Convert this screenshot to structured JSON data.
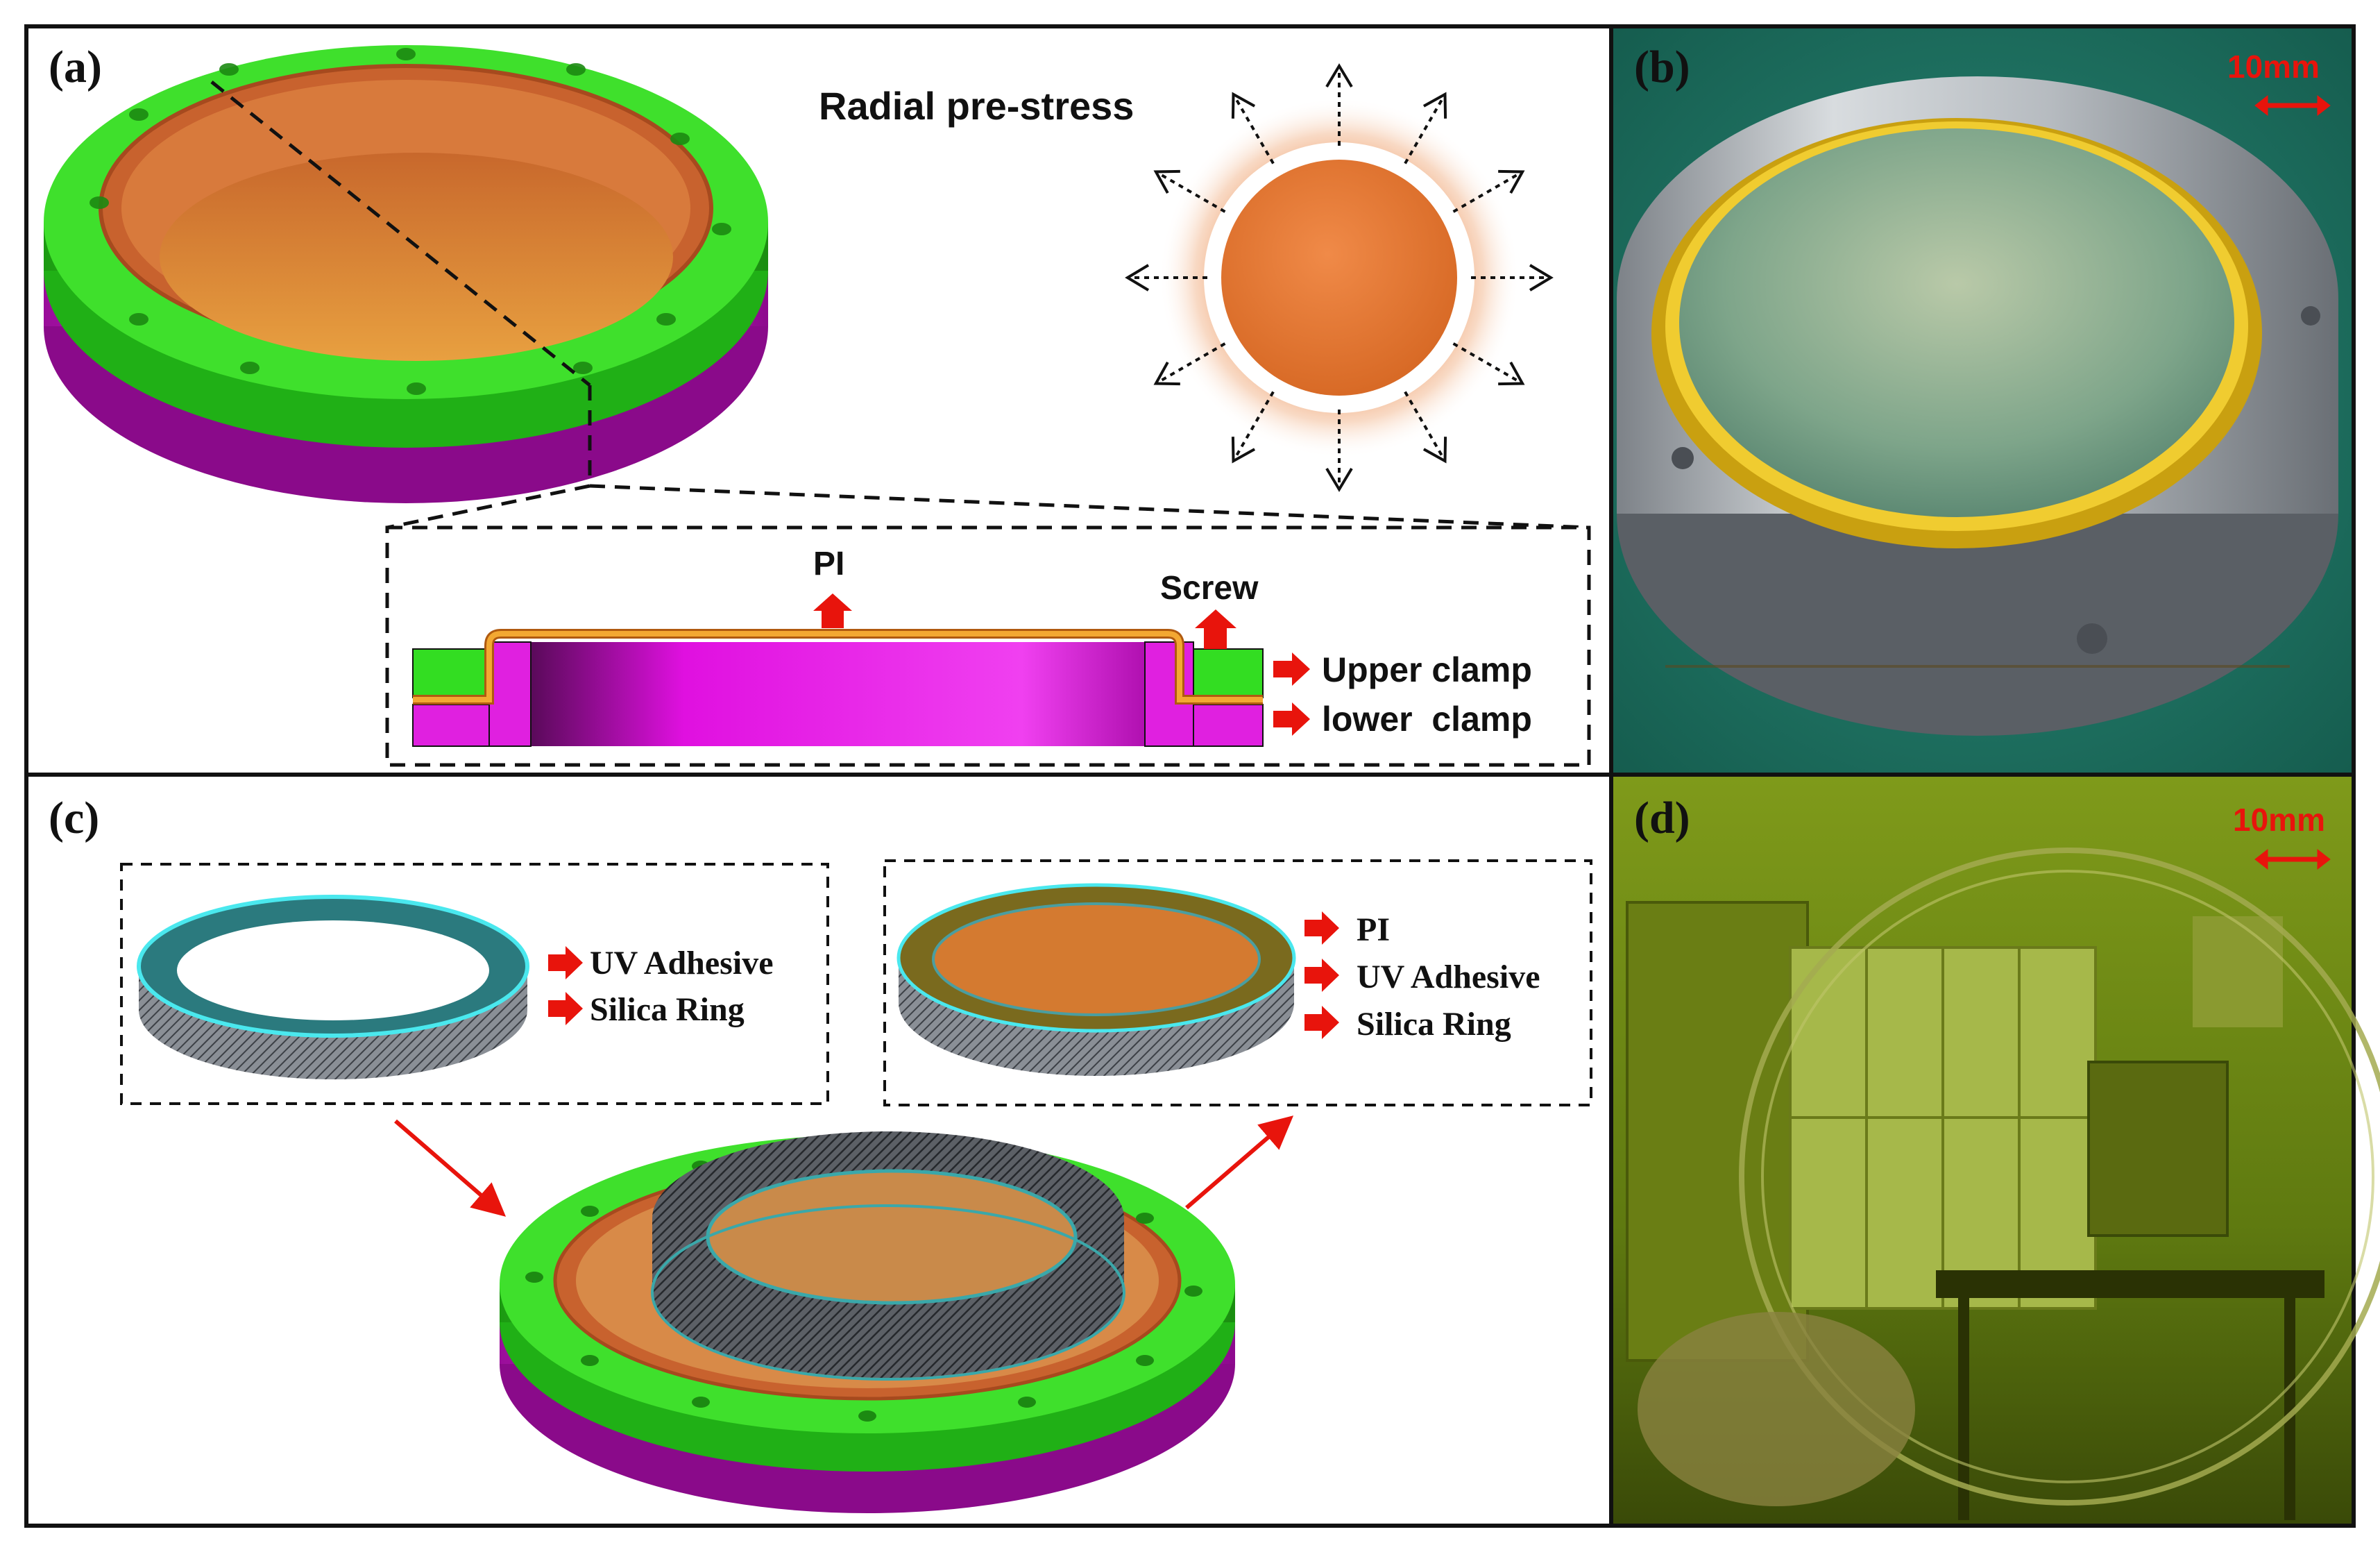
{
  "panels": {
    "a": {
      "label": "(a)",
      "title": "Radial pre-stress",
      "inset_labels": {
        "pi": "PI",
        "screw": "Screw",
        "upper": "Upper clamp",
        "lower": "lower  clamp"
      }
    },
    "b": {
      "label": "(b)",
      "scale": "10mm"
    },
    "c": {
      "label": "(c)",
      "left_box": [
        "UV Adhesive",
        "Silica Ring"
      ],
      "right_box": [
        "PI",
        "UV Adhesive",
        "Silica Ring"
      ]
    },
    "d": {
      "label": "(d)",
      "scale": "10mm"
    }
  },
  "colors": {
    "clamp_upper": "#33dd22",
    "clamp_lower": "#e020e0",
    "pi_film": "#e87e3a",
    "arrow": "#e8140c",
    "photo_b_bg": "#1f7a6a",
    "photo_d_bg": "#6e8a10"
  }
}
